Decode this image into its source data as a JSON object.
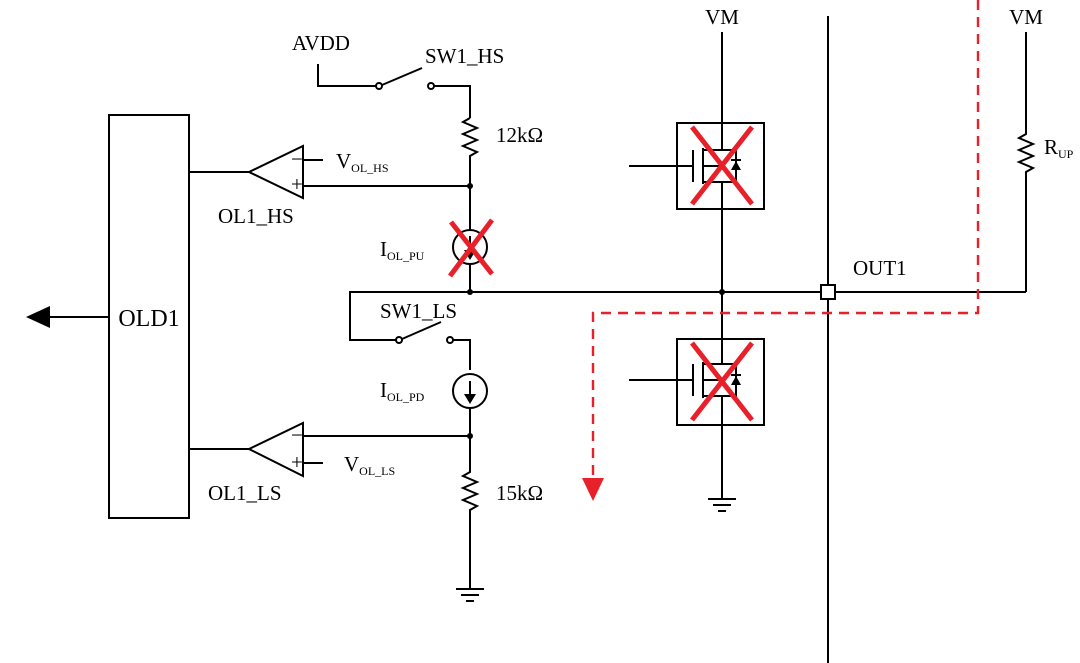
{
  "labels": {
    "avdd": "AVDD",
    "sw1_hs": "SW1_HS",
    "res_hs": "12kΩ",
    "vol_hs_main": "V",
    "vol_hs_sub": "OL_HS",
    "ol1_hs": "OL1_HS",
    "iol_pu_main": "I",
    "iol_pu_sub": "OL_PU",
    "old1": "OLD1",
    "sw1_ls": "SW1_LS",
    "iol_pd_main": "I",
    "iol_pd_sub": "OL_PD",
    "vol_ls_main": "V",
    "vol_ls_sub": "OL_LS",
    "ol1_ls": "OL1_LS",
    "res_ls": "15kΩ",
    "vm_left": "VM",
    "vm_right": "VM",
    "out1": "OUT1",
    "rup_main": "R",
    "rup_sub": "UP",
    "plus_hs": "+",
    "minus_hs": "−",
    "plus_ls": "+",
    "minus_ls": "−"
  },
  "colors": {
    "wire": "#000000",
    "disabled_mark": "#e8202a",
    "current_path": "#e8202a"
  },
  "icons": {
    "hs_fet": "n-mosfet-with-body-diode",
    "ls_fet": "n-mosfet-with-body-diode",
    "gnd": "ground-symbol",
    "source": "current-source"
  }
}
